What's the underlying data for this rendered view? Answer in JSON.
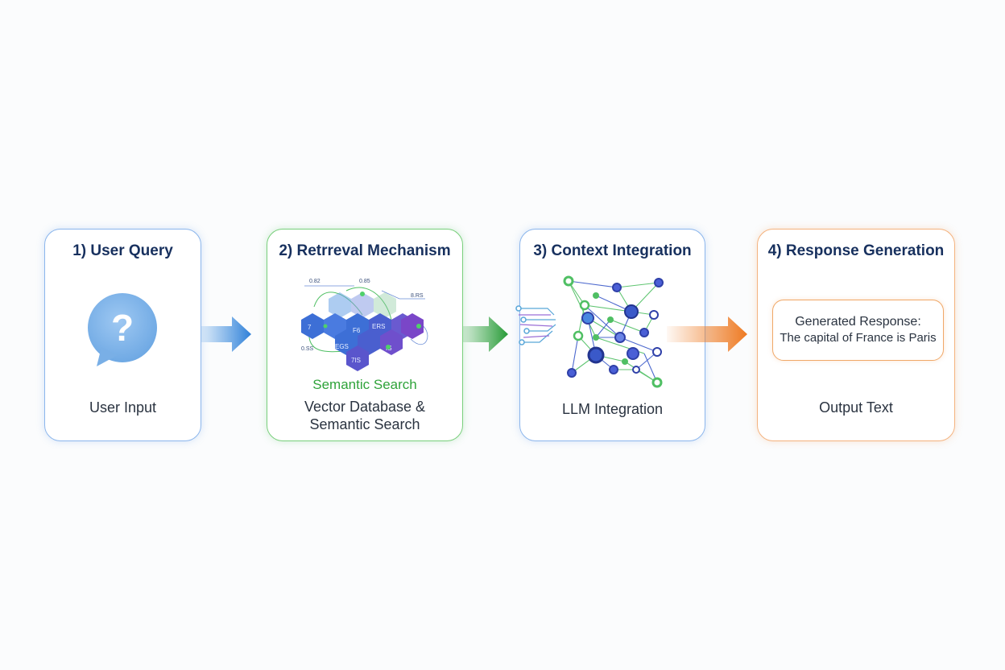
{
  "colors": {
    "blue": "#3b8ee0",
    "green": "#3aa847",
    "orange": "#ee7a22",
    "title": "#17305e"
  },
  "steps": [
    {
      "title": "1) User Query",
      "icon": "question-bubble-icon",
      "caption": "User Input"
    },
    {
      "title": "2) Retrreval Mechanism",
      "icon": "vector-hexagon-graph-icon",
      "hex_labels": [
        "0.82",
        "0.85",
        "8.RS",
        "ERS",
        "F6",
        "EGS",
        "7IS",
        "0.SS",
        "IS",
        "7"
      ],
      "sublabel": "Semantic Search",
      "caption_line1": "Vector Database &",
      "caption_line2": "Semantic Search"
    },
    {
      "title": "3) Context Integration",
      "icon": "neural-network-icon",
      "caption": "LLM Integration"
    },
    {
      "title": "4) Response Generation",
      "response_title": "Generated Response:",
      "response_text": "The capital of France is Paris",
      "caption": "Output Text"
    }
  ],
  "arrows": [
    "blue-arrow",
    "green-arrow",
    "orange-arrow"
  ]
}
